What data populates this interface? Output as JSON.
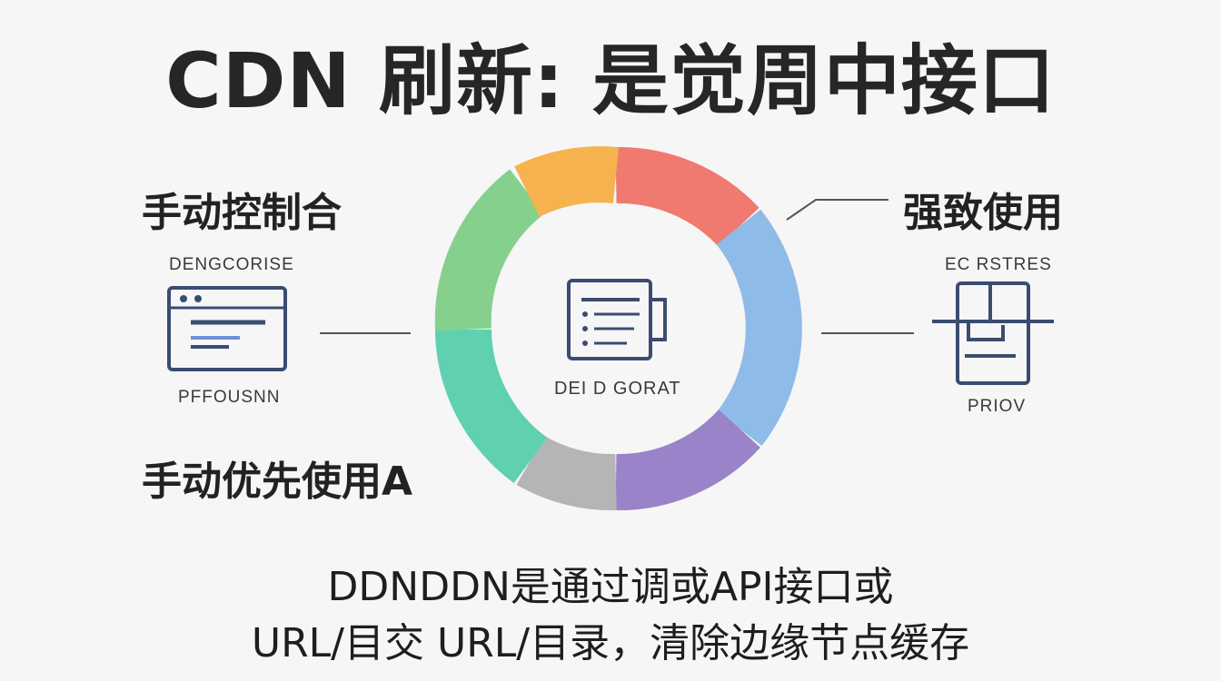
{
  "title": "CDN 刷新: 是觉周中接口",
  "left": {
    "heading_top": "手动控制合",
    "label_top": "DENGCORISE",
    "label_bottom": "PFFOUSNN",
    "heading_bottom": "手动优先使用A"
  },
  "right": {
    "heading_top": "强致使用",
    "label_top": "EC RSTRES",
    "label_bottom": "PRIOV"
  },
  "center": {
    "label": "DEI D GORAT"
  },
  "ring_colors": [
    "#f07a6f",
    "#8fbbe8",
    "#9a83c8",
    "#b5b5b5",
    "#5fd1b0",
    "#86d08e",
    "#f6b24e"
  ],
  "icon_color": "#3a4c70",
  "bottom": {
    "line1": "DDNDDN是通过调或API接口或",
    "line2": "URL/目交 URL/目录，清除边缘节点缓存"
  }
}
